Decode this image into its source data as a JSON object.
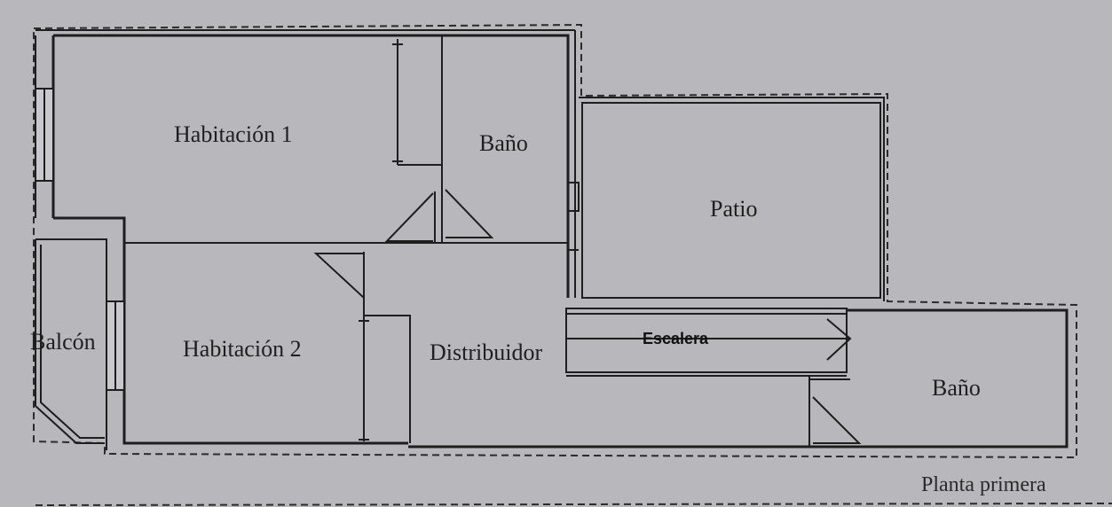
{
  "plan": {
    "rooms": {
      "habitacion1": "Habitación 1",
      "bano1": "Baño",
      "patio": "Patio",
      "balcon": "Balcón",
      "habitacion2": "Habitación 2",
      "distribuidor": "Distribuidor",
      "escalera": "Escalera",
      "bano2": "Baño"
    },
    "caption": "Planta primera"
  }
}
